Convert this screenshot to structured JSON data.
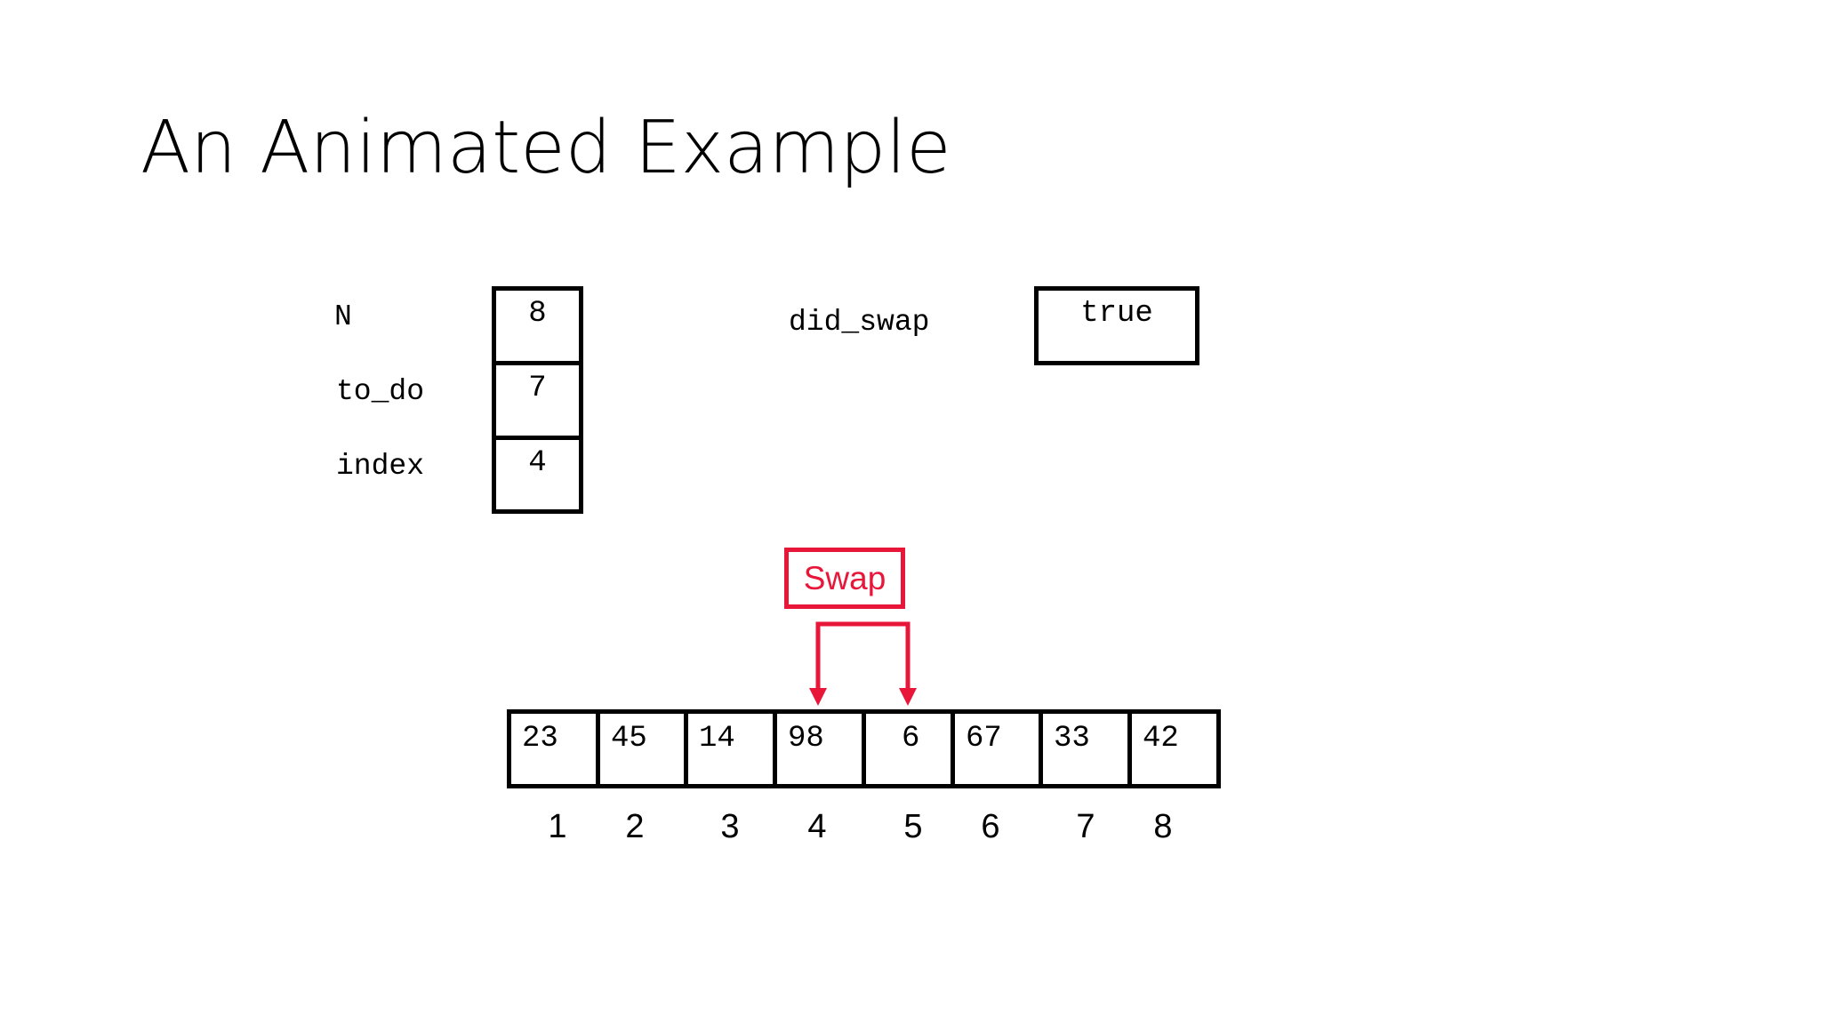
{
  "slide": {
    "title": "An Animated Example"
  },
  "variables": {
    "N": {
      "label": "N",
      "value": "8"
    },
    "to_do": {
      "label": "to_do",
      "value": "7"
    },
    "index": {
      "label": "index",
      "value": "4"
    },
    "did_swap": {
      "label": "did_swap",
      "value": "true"
    }
  },
  "array": {
    "values": [
      "23",
      "45",
      "14",
      "98",
      "6",
      "67",
      "33",
      "42"
    ],
    "indices": [
      "1",
      "2",
      "3",
      "4",
      "5",
      "6",
      "7",
      "8"
    ]
  },
  "swap": {
    "label": "Swap",
    "color": "#e8173a",
    "between_indices": [
      4,
      5
    ]
  }
}
